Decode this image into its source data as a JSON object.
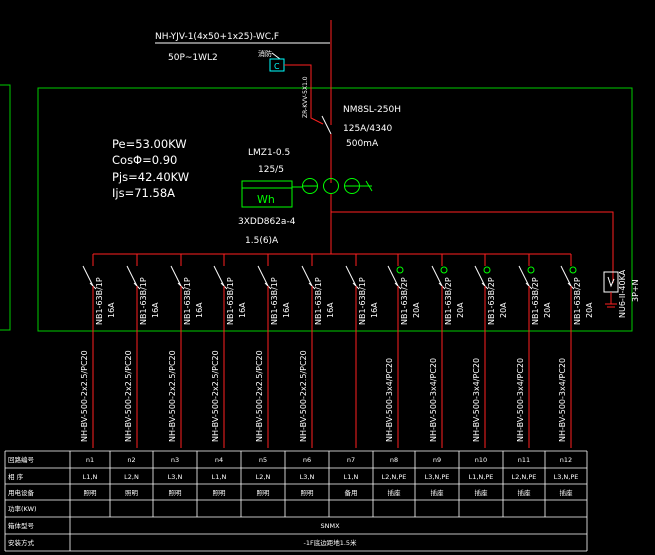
{
  "incoming": {
    "cable": "NH-YJV-1(4x50+1x25)-WC,F",
    "circuit": "50P~1WL2",
    "fire_tag": "消防",
    "fire_box": "C",
    "mid_label": "ZR-KVV-5X1.0"
  },
  "main_breaker": {
    "model": "NM8SL-250H",
    "rating": "125A/4340",
    "leakage": "500mA"
  },
  "params": {
    "pe": "Pe=53.00KW",
    "cos": "CosΦ=0.90",
    "pjs": "Pjs=42.40KW",
    "ijs": "Ijs=71.58A"
  },
  "ct": {
    "model": "LMZ1-0.5",
    "ratio": "125/5"
  },
  "meter": {
    "label": "Wh",
    "model": "3XDD862a-4",
    "rating": "1.5(6)A"
  },
  "spd": {
    "model": "NU6-II-40KA",
    "spec": "3P+N"
  },
  "branches": [
    {
      "breaker": "NB1-63B/1P",
      "current": "16A",
      "cable": "NH-BV-500-2x2.5/PC20"
    },
    {
      "breaker": "NB1-63B/1P",
      "current": "16A",
      "cable": "NH-BV-500-2x2.5/PC20"
    },
    {
      "breaker": "NB1-63B/1P",
      "current": "16A",
      "cable": "NH-BV-500-2x2.5/PC20"
    },
    {
      "breaker": "NB1-63B/1P",
      "current": "16A",
      "cable": "NH-BV-500-2x2.5/PC20"
    },
    {
      "breaker": "NB1-63B/1P",
      "current": "16A",
      "cable": "NH-BV-500-2x2.5/PC20"
    },
    {
      "breaker": "NB1-63B/1P",
      "current": "16A",
      "cable": "NH-BV-500-2x2.5/PC20"
    },
    {
      "breaker": "NB1-63B/1P",
      "current": "16A",
      "cable": ""
    },
    {
      "breaker": "NB1-63B/2P",
      "current": "20A",
      "cable": "NH-BV-500-3x4/PC20"
    },
    {
      "breaker": "NB1-63B/2P",
      "current": "20A",
      "cable": "NH-BV-500-3x4/PC20"
    },
    {
      "breaker": "NB1-63B/2P",
      "current": "20A",
      "cable": "NH-BV-500-3x4/PC20"
    },
    {
      "breaker": "NB1-63B/2P",
      "current": "20A",
      "cable": "NH-BV-500-3x4/PC20"
    },
    {
      "breaker": "NB1-63B/2P",
      "current": "20A",
      "cable": "NH-BV-500-3x4/PC20"
    }
  ],
  "table": {
    "row_labels": [
      "回路编号",
      "相 序",
      "用电设备",
      "功率(KW)",
      "箱体型号",
      "安装方式"
    ],
    "circuits": [
      "n1",
      "n2",
      "n3",
      "n4",
      "n5",
      "n6",
      "n7",
      "n8",
      "n9",
      "n10",
      "n11",
      "n12"
    ],
    "phases": [
      "L1,N",
      "L2,N",
      "L3,N",
      "L1,N",
      "L2,N",
      "L3,N",
      "L1,N",
      "L2,N,PE",
      "L3,N,PE",
      "L1,N,PE",
      "L2,N,PE",
      "L3,N,PE"
    ],
    "equipment": [
      "照明",
      "照明",
      "照明",
      "照明",
      "照明",
      "照明",
      "备用",
      "插座",
      "插座",
      "插座",
      "插座",
      "插座"
    ],
    "box_model": "SNMX",
    "install": "-1F底边距地1.5米"
  },
  "colors": {
    "line": "#ff2020",
    "frame": "#00cc00",
    "device": "#00ff00",
    "text": "#ffffff",
    "table": "#ffffff"
  }
}
